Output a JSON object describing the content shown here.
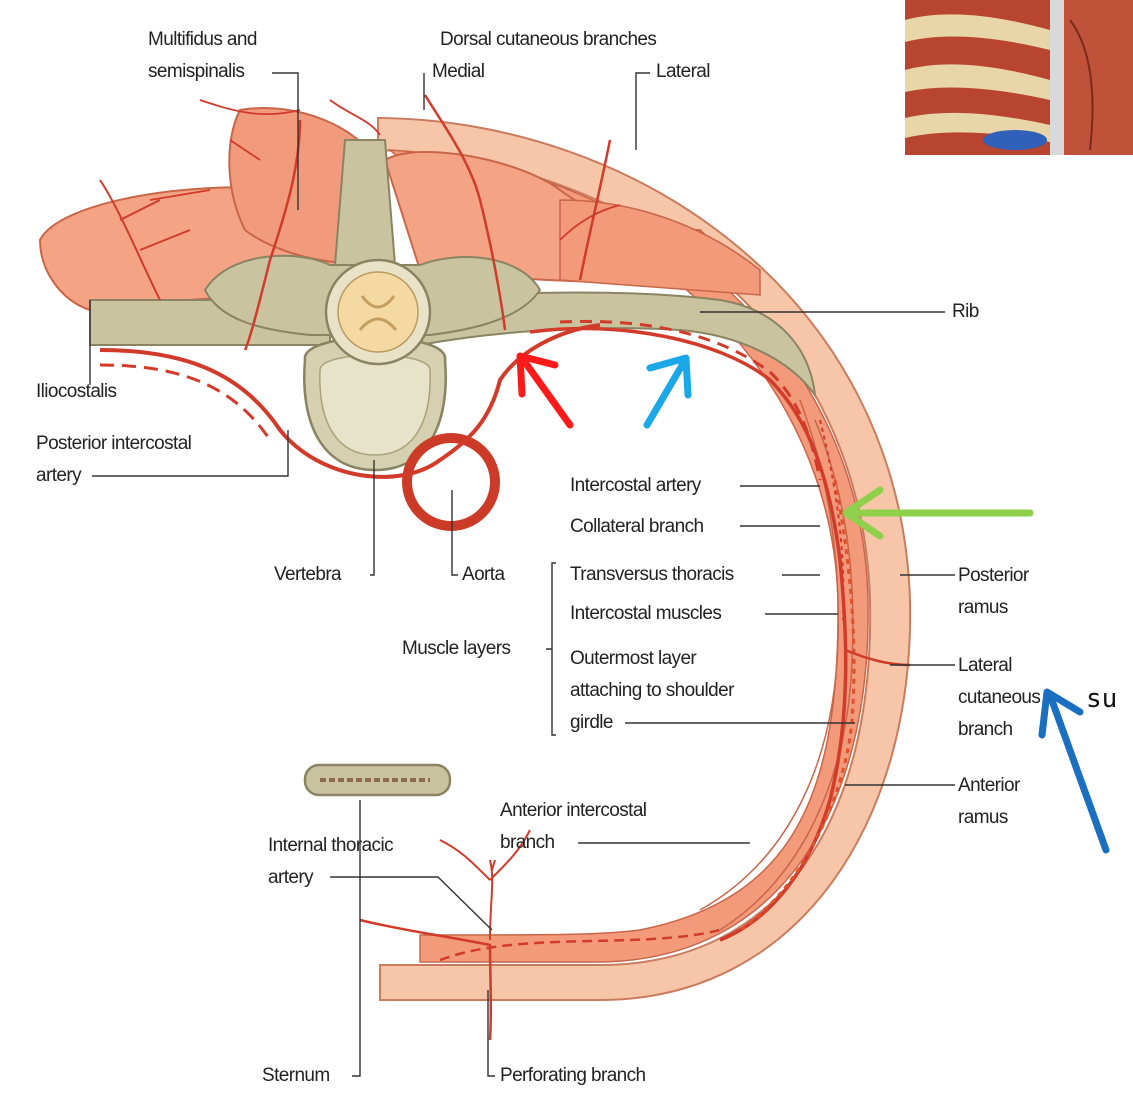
{
  "labels": {
    "multifidus_1": "Multifidus and",
    "multifidus_2": "semispinalis",
    "dorsal_cutaneous": "Dorsal  cutaneous  branches",
    "medial": "Medial",
    "lateral": "Lateral",
    "rib": "Rib",
    "iliocostalis": "Iliocostalis",
    "posterior_intercostal_1": "Posterior intercostal",
    "posterior_intercostal_2": "artery",
    "intercostal_artery": "Intercostal artery",
    "collateral_branch": "Collateral branch",
    "vertebra": "Vertebra",
    "aorta": "Aorta",
    "transversus": "Transversus thoracis",
    "intercostal_muscles": "Intercostal muscles",
    "muscle_layers": "Muscle layers",
    "outermost_1": "Outermost layer",
    "outermost_2": "attaching to shoulder",
    "outermost_3": "girdle",
    "posterior_ramus_1": "Posterior",
    "posterior_ramus_2": "ramus",
    "lateral_cutaneous_1": "Lateral",
    "lateral_cutaneous_2": "cutaneous",
    "lateral_cutaneous_3": "branch",
    "anterior_ramus_1": "Anterior",
    "anterior_ramus_2": "ramus",
    "anterior_intercostal_1": "Anterior intercostal",
    "anterior_intercostal_2": "branch",
    "internal_thoracic_1": "Internal thoracic",
    "internal_thoracic_2": "artery",
    "sternum": "Sternum",
    "perforating": "Perforating branch"
  },
  "annotation_text": "su",
  "colors": {
    "muscle": "#f4a484",
    "muscle_dark": "#e9876a",
    "skin": "#f7c6a8",
    "bone": "#c9c3a0",
    "bone_dark": "#a9a27c",
    "artery": "#d23a2a",
    "arrow_red": "#ff1a1a",
    "arrow_cyan": "#1aa8e8",
    "arrow_green": "#8ed04a",
    "arrow_blue": "#1a6fc0"
  }
}
